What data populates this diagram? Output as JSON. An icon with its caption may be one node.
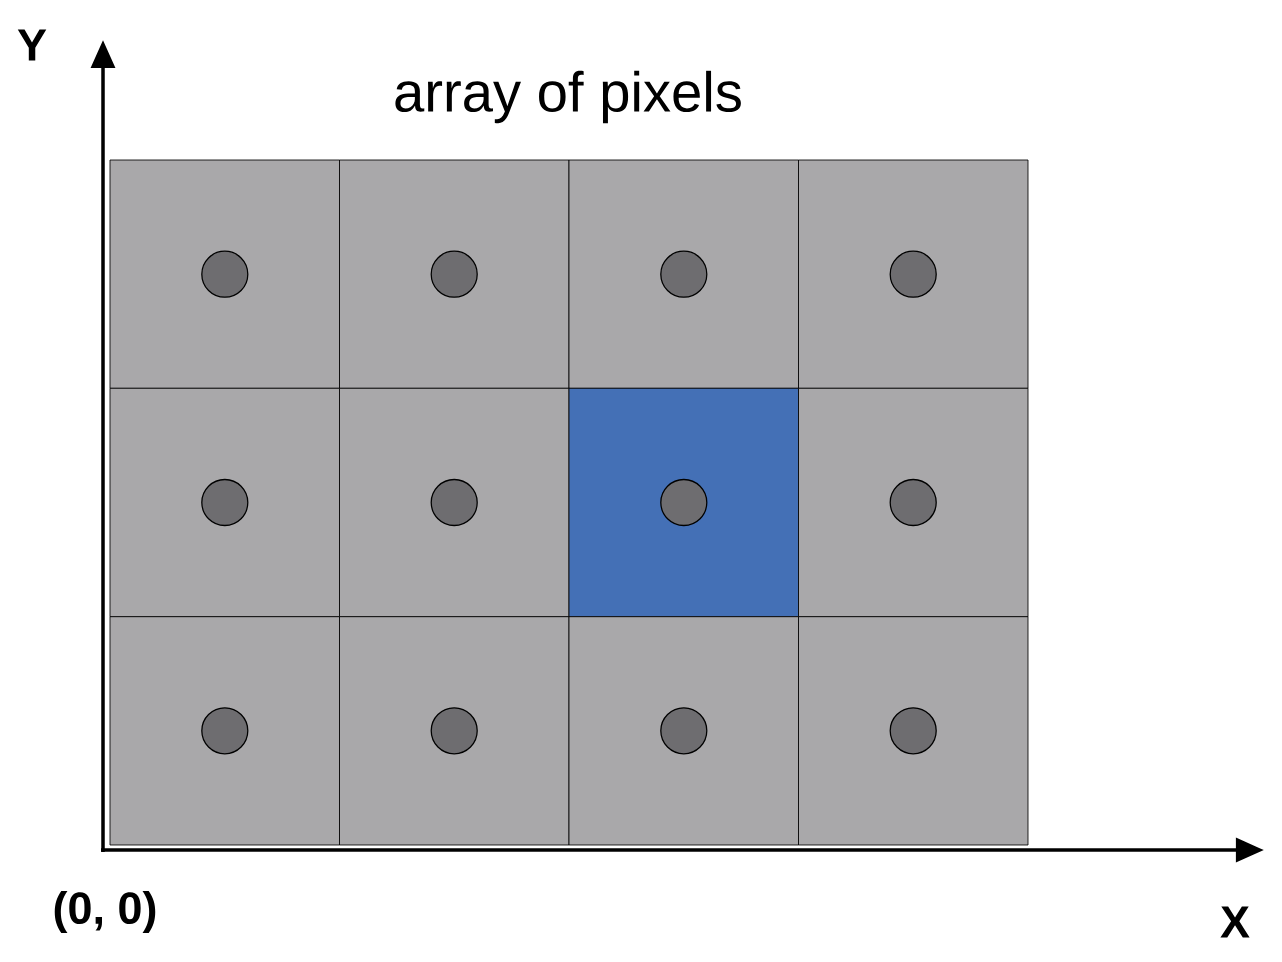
{
  "diagram": {
    "title": "array of pixels",
    "labels": [
      "Y",
      "(0, 0)",
      "X"
    ]
  }
}
